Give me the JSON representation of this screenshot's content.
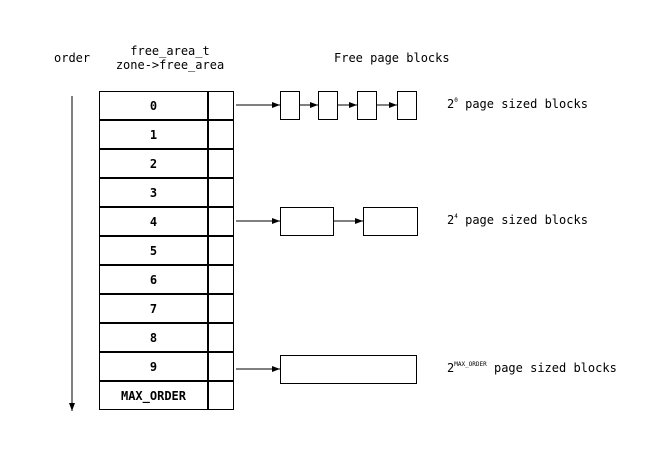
{
  "headers": {
    "order": "order",
    "free_area_line1": "free_area_t",
    "free_area_line2": "zone->free_area",
    "free_page_blocks": "Free page blocks"
  },
  "orders": [
    "0",
    "1",
    "2",
    "3",
    "4",
    "5",
    "6",
    "7",
    "8",
    "9",
    "MAX_ORDER"
  ],
  "labels": {
    "order0": {
      "base": "2",
      "exp": "0",
      "text": "page sized blocks"
    },
    "order4": {
      "base": "2",
      "exp": "4",
      "text": "page sized blocks"
    },
    "order9": {
      "base": "2",
      "exp": "MAX_ORDER",
      "text": "page sized blocks"
    }
  }
}
